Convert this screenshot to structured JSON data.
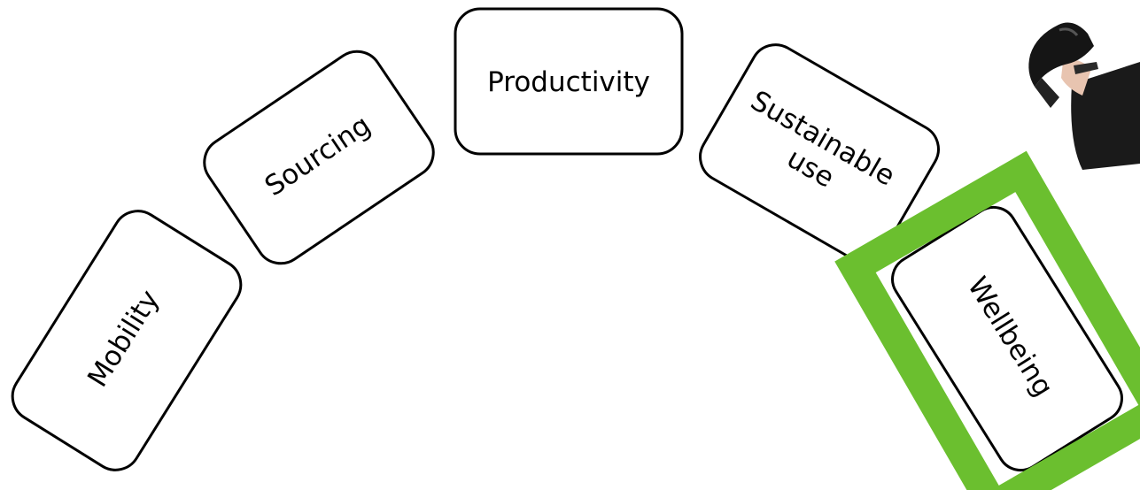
{
  "diagram": {
    "cards": [
      {
        "id": "mobility",
        "label": "Mobility"
      },
      {
        "id": "sourcing",
        "label": "Sourcing"
      },
      {
        "id": "productivity",
        "label": "Productivity"
      },
      {
        "id": "sustainable-use",
        "label_lines": [
          "Sustainable",
          "use"
        ]
      },
      {
        "id": "wellbeing",
        "label": "Wellbeing",
        "highlighted": true
      }
    ],
    "highlight_color": "#6bbf2f",
    "decoration": "leg-in-high-heel-shoe"
  }
}
